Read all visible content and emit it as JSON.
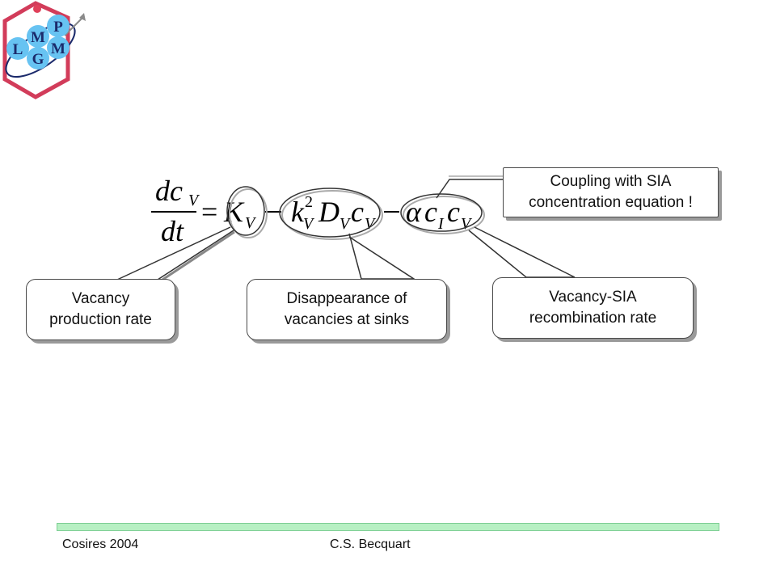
{
  "logo": {
    "letters": [
      "L",
      "M",
      "G",
      "P",
      "M"
    ],
    "colors": {
      "frame": "#d23c5a",
      "ball": "#67c3f2",
      "ball_text": "#1b2a6b",
      "orbit": "#1b2a6b"
    }
  },
  "equation": {
    "lhs_numerator": "dc",
    "lhs_num_sub": "V",
    "lhs_denominator": "dt",
    "equals": "=",
    "term1": "K",
    "term1_sub": "V",
    "term2_k": "k",
    "term2_k_sup": "2",
    "term2_k_sub": "V",
    "term2_D": "D",
    "term2_D_sub": "V",
    "term2_c": "c",
    "term2_c_sub": "V",
    "term3_alpha": "α",
    "term3_cI": "c",
    "term3_cI_sub": "I",
    "term3_cV": "c",
    "term3_cV_sub": "V"
  },
  "callouts": {
    "coupling": [
      "Coupling with SIA",
      "concentration equation !"
    ],
    "vacancy_production": [
      "Vacancy",
      "production rate"
    ],
    "sinks": [
      "Disappearance of",
      "vacancies at sinks"
    ],
    "recombination": [
      "Vacancy-SIA",
      "recombination rate"
    ]
  },
  "footer": {
    "left": "Cosires 2004",
    "right": "C.S. Becquart",
    "bar_color": "#b7f0c3"
  }
}
